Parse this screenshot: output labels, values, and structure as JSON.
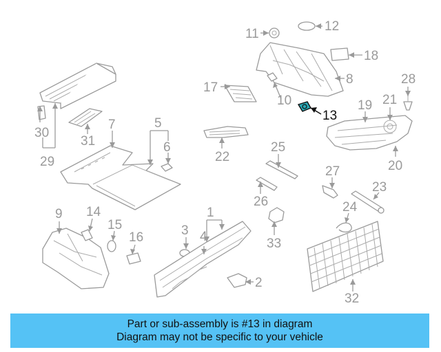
{
  "diagram": {
    "callouts": [
      "1",
      "2",
      "3",
      "4",
      "5",
      "6",
      "7",
      "8",
      "9",
      "10",
      "11",
      "12",
      "13",
      "14",
      "15",
      "16",
      "17",
      "18",
      "19",
      "20",
      "21",
      "22",
      "23",
      "24",
      "25",
      "26",
      "27",
      "28",
      "29",
      "30",
      "31",
      "32",
      "33"
    ],
    "highlighted_callout": "13",
    "colors": {
      "line": "#9a9a9a",
      "highlight": "#111111",
      "highlight_part": "#1a7f86"
    }
  },
  "banner": {
    "line1": "Part or sub-assembly is #13 in diagram",
    "line2": "Diagram may not be specific to your vehicle",
    "background": "#55c2f5"
  }
}
